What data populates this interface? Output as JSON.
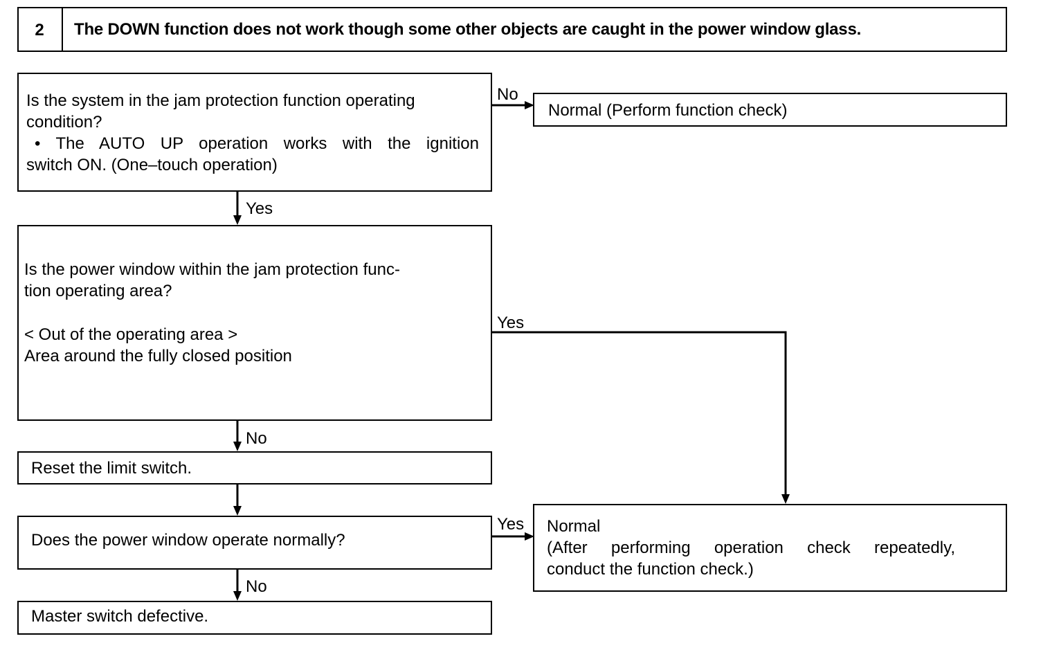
{
  "header": {
    "step_number": "2",
    "title": "The DOWN function does not work though some other objects are caught in the power window glass."
  },
  "nodes": {
    "q_jam_condition": {
      "line1": "Is the system in the jam protection function operating",
      "line2": "condition?",
      "bullet": "• The AUTO UP operation works with the ignition",
      "bullet_cont": "switch ON. (One–touch operation)"
    },
    "normal_function_check": "Normal (Perform function check)",
    "q_operating_area": {
      "line1": "Is the power window within the jam protection func-",
      "line2": "tion operating area?",
      "line3": "< Out of the operating area >",
      "line4": "Area around the fully closed position"
    },
    "reset_limit_switch": "Reset the limit switch.",
    "q_operate_normally": "Does the power window operate normally?",
    "normal_after_check": {
      "line1": "Normal",
      "line2": "(After performing operation check repeatedly,",
      "line3": "conduct the function check.)"
    },
    "master_switch_defective": "Master switch defective."
  },
  "edge_labels": {
    "no1": "No",
    "yes1": "Yes",
    "yes2": "Yes",
    "no2": "No",
    "yes3": "Yes",
    "no3": "No"
  }
}
